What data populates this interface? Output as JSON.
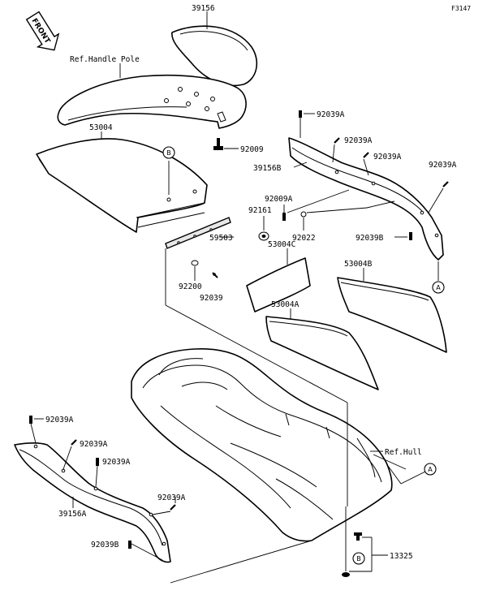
{
  "diagram_code": "F3147",
  "front_label": "FRONT",
  "refs": {
    "handle_pole": "Ref.Handle Pole",
    "hull": "Ref.Hull"
  },
  "parts": {
    "p39156": "39156",
    "p53004": "53004",
    "p92009": "92009",
    "p92039A_1": "92039A",
    "p92039A_2": "92039A",
    "p92039A_3": "92039A",
    "p92039A_4": "92039A",
    "p39156B": "39156B",
    "p92009A": "92009A",
    "p92161": "92161",
    "p92022": "92022",
    "p92039B_1": "92039B",
    "p59503": "59503",
    "p53004C": "53004C",
    "p53004B": "53004B",
    "p92200": "92200",
    "p92039": "92039",
    "p53004A": "53004A",
    "p92039A_5": "92039A",
    "p92039A_6": "92039A",
    "p92039A_7": "92039A",
    "p39156A": "39156A",
    "p92039A_8": "92039A",
    "p92039B_2": "92039B",
    "p13325": "13325"
  },
  "callouts": {
    "b_upper": "B",
    "b_lower": "B",
    "a_right": "A",
    "a_lower": "A"
  }
}
